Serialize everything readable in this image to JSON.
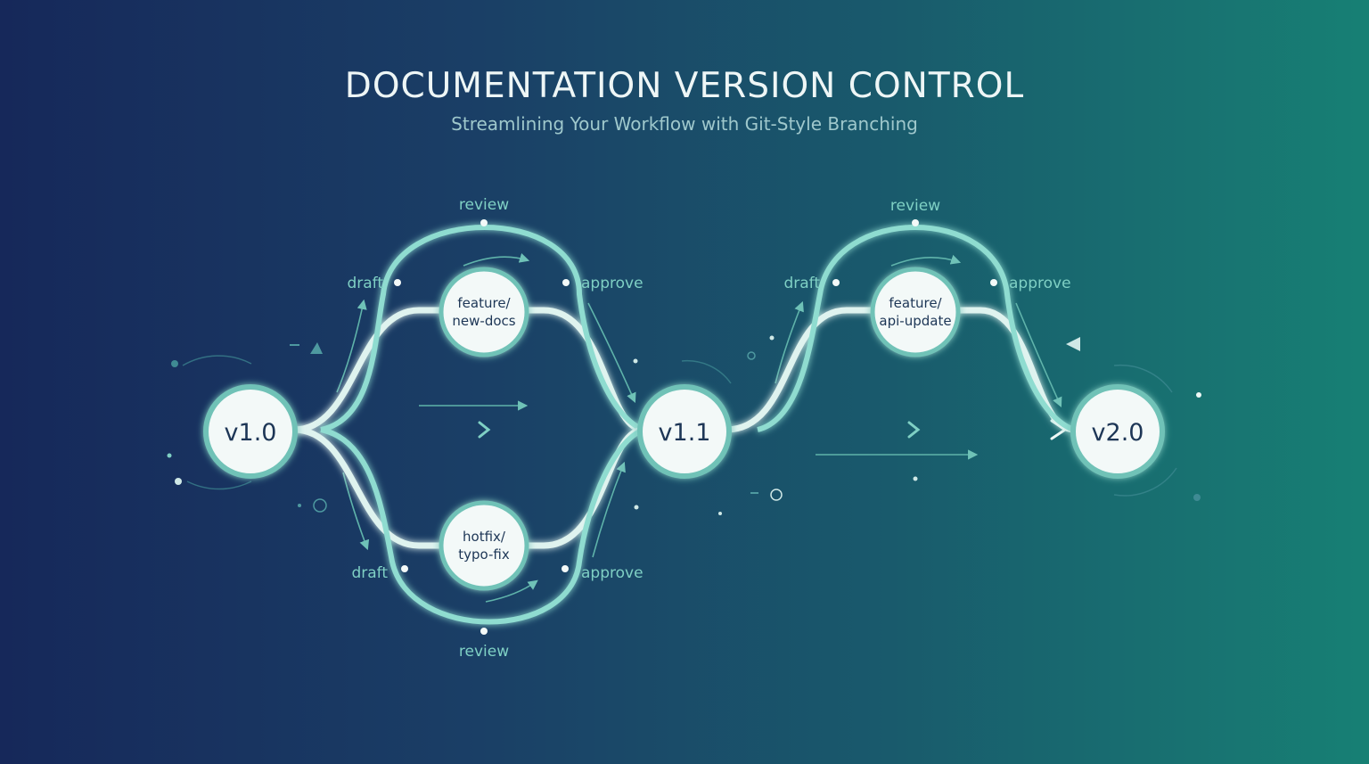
{
  "header": {
    "title": "DOCUMENTATION VERSION CONTROL",
    "subtitle": "Streamlining Your Workflow with Git-Style Branching"
  },
  "versions": [
    "v1.0",
    "v1.1",
    "v2.0"
  ],
  "branches": [
    {
      "line1": "feature/",
      "line2": "new-docs"
    },
    {
      "line1": "hotfix/",
      "line2": "typo-fix"
    },
    {
      "line1": "feature/",
      "line2": "api-update"
    }
  ],
  "stages": {
    "draft": "draft",
    "review": "review",
    "approve": "approve"
  },
  "colors": {
    "background_left": "#16285a",
    "background_right": "#178074",
    "accent": "#8fdcd0",
    "trunk": "#eef8f6",
    "node_fill": "#f3f9f8",
    "node_text": "#1d3656"
  }
}
